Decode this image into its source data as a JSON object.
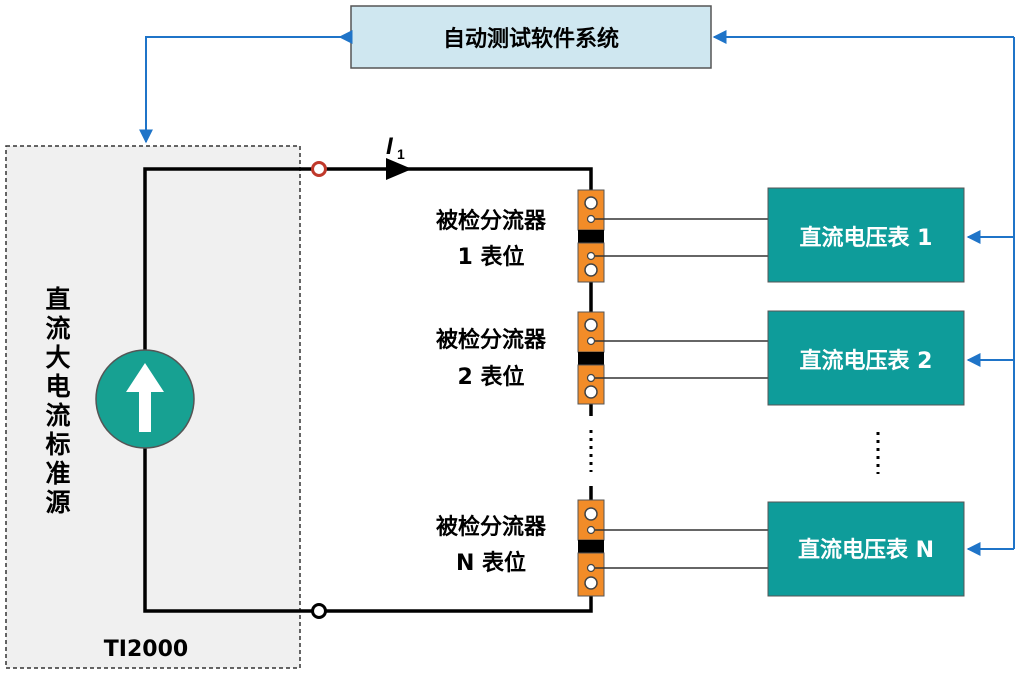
{
  "software_box": {
    "label": "自动测试软件系统"
  },
  "source": {
    "label_chars": [
      "直",
      "流",
      "大",
      "电",
      "流",
      "标",
      "准",
      "源"
    ],
    "model": "TI2000"
  },
  "current": {
    "symbol": "I",
    "subscript": "1"
  },
  "positions": [
    {
      "line1": "被检分流器",
      "line2": "1 表位",
      "meter": "直流电压表 1"
    },
    {
      "line1": "被检分流器",
      "line2": "2 表位",
      "meter": "直流电压表 2"
    },
    {
      "line1": "被检分流器",
      "line2": "N 表位",
      "meter": "直流电压表 N"
    }
  ],
  "colors": {
    "software_fill": "#cfe7f0",
    "meter_fill": "#0e9c9a",
    "source_circle": "#17a192",
    "shunt_orange": "#f28c28",
    "signal_blue": "#1f74c8",
    "terminal_red": "#c0392b"
  }
}
